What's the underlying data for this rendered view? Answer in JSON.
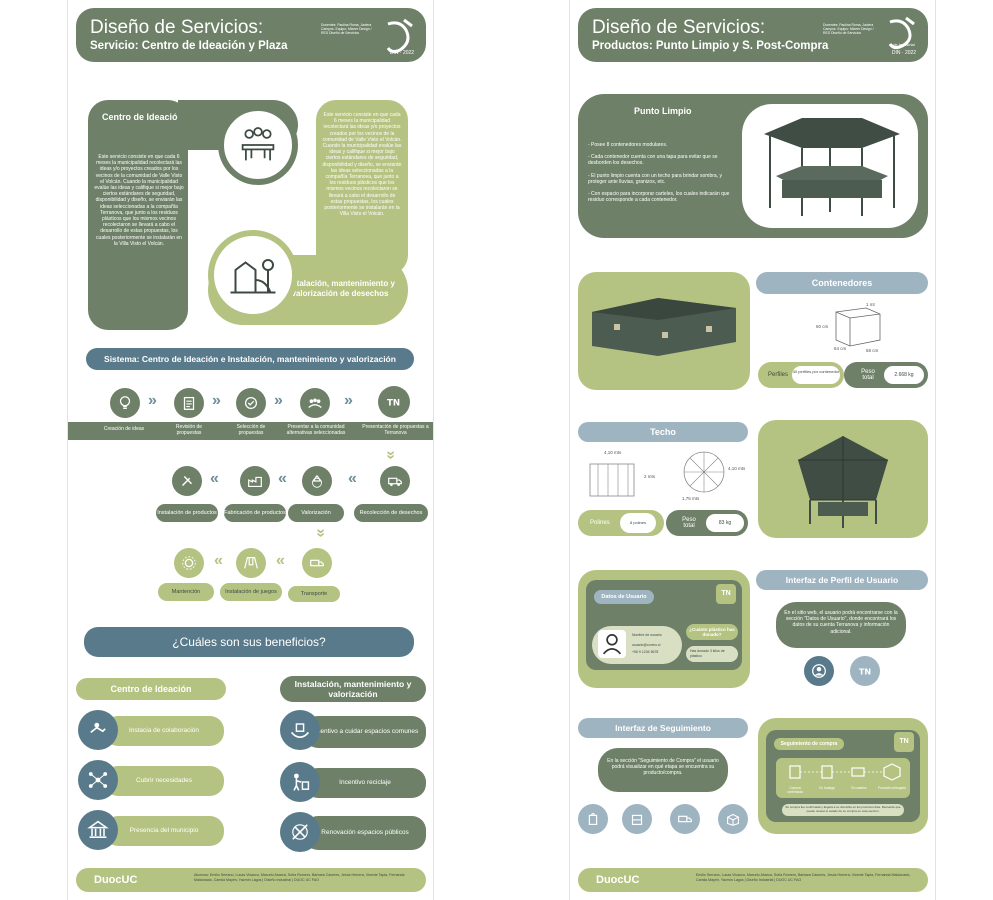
{
  "left": {
    "header": {
      "title": "Diseño de Servicios:",
      "subtitle": "Servicio: Centro de Ideación y Plaza",
      "credits": "Docentes: Paulina Roma, Javiera Campos. Equipo: Mixeer Design / RED Diseño de Servicios",
      "din": "DIN",
      "year": "2022"
    },
    "centro_title": "Centro de Ideación",
    "centro_text": "Este servicio consiste en que cada 6 meses la municipalidad recolectará las ideas y/o proyectos creados por los vecinos de la comunidad de Valle Visto el Volcán. Cuando la municipalidad evalúe las ideas y califique si mejor bajo ciertos estándares de seguridad, disponibilidad y diseño, se enviarán las ideas seleccionadas a la compañía Terranova, que junto a los residuos plásticos que los mismos vecinos recolectaron se llevará a cabo el desarrollo de estas propuestas, los cuales posteriormente se instalarán en la Villa Visto el Volcán.",
    "centro_text_right": "Este servicio consiste en que cada 6 meses la municipalidad recolectará las ideas y/o proyectos creados por los vecinos de la comunidad de Valle Visto el Volcán. Cuando la municipalidad evalúe las ideas y califique si mejor bajo ciertos estándares de seguridad, disponibilidad y diseño, se enviarán las ideas seleccionadas a la compañía Terranova, que junto a los residuos plásticos que los mismos vecinos recolectaron se llevará a cabo el desarrollo de estas propuestas, los cuales posteriormente se instalarán en la Villa Visto el Volcán.",
    "instalacion_title": "Instalación, mantenimiento y valorización de desechos",
    "sistema_title": "Sistema: Centro de Ideación e Instalación, mantenimiento y valorización",
    "flow_row1": [
      "Creación de ideas",
      "Revisión de propuestas",
      "Selección de propuestas",
      "Presentar a la comunidad alternativas seleccionadas",
      "Presentación de propuestas a Terranova"
    ],
    "flow_row2": [
      "Instalación de productos",
      "Fabricación de productos",
      "Valorización",
      "Recolección de desechos"
    ],
    "flow_row3": [
      "Mantención",
      "Instalación de juegos",
      "Transporte"
    ],
    "beneficios_title": "¿Cuáles son sus beneficios?",
    "ben_left_title": "Centro de Ideación",
    "ben_left": [
      "Instacia de colaboración",
      "Cubrir necesidades",
      "Presencia del municipio"
    ],
    "ben_right_title": "Instalación, mantenimiento y valorización",
    "ben_right": [
      "Incentivo a cuidar espacios comunes",
      "Incentivo reciclaje",
      "Renovación espacios públicos"
    ],
    "footer_logo": "DuocUC",
    "footer_credits": "Alumnos: Emilio Serrano, Lucas Vivanco, Marcelo Abarca, Sofía Romero, Bárbara Cáceres, Jesús Herrera, Vicente Tapia, Fernanda Maldonado, Camila Mayén, Yazmín Lagos | Diseño Industrial | DUOC UC FAO"
  },
  "right": {
    "header": {
      "title": "Diseño de Servicios:",
      "subtitle": "Productos: Punto Limpio y S. Post-Compra",
      "credits": "Docentes: Paulina Roma, Javiera Campos. Equipo: Mixeer Design / RED Diseño de Servicios",
      "logo_sub": "de industrial",
      "din": "DIN",
      "year": "2022"
    },
    "punto_title": "Punto Limpio",
    "punto_bullets": [
      "- Posee 8 contenedores modulares.",
      "- Cada contenedor cuenta con una tapa para evitar que se desborden los desechos.",
      "- El punto limpio cuenta con un techo para brindar sombra, y proteger ante lluvias, granizos, etc.",
      "- Con espacio para incorporar carteles, los cuales indicarán que residuo corresponde a cada contenedor."
    ],
    "contenedores_title": "Contenedores",
    "cont_dims": [
      "1 mt",
      "60 cm",
      "64 cm",
      "58 cm"
    ],
    "perfiles_label": "Perfiles",
    "perfiles_value": "40 perfiles por contenedor",
    "peso_label": "Peso total",
    "peso_value_cont": "2.668 kg",
    "techo_title": "Techo",
    "techo_dims": [
      "4,10 mts",
      "2 mts",
      "4,10 mts",
      "1,75 mts"
    ],
    "polines_label": "Polines",
    "polines_value": "8 polines",
    "peso_value_techo": "83 kg",
    "datos_title": "Datos de Usuario",
    "datos_name": "Nombre de usuario",
    "datos_email": "usuario@correo.cl",
    "datos_phone": "+56 9 1234 5678",
    "datos_question": "¿Cuánto plástico has donado?",
    "datos_amount": "Has donado 3 kilos de plástico",
    "perfil_title": "Interfaz de Perfil de Usuario",
    "perfil_text": "En el sitio web, el usuario podrá encontrarse con la sección \"Datos de Usuario\", donde encontrará los datos de su cuenta Terranova y información adicional.",
    "seguimiento_title": "Interfaz de Seguimiento",
    "seguimiento_text": "En la sección \"Seguimiento de Compra\" el usuario podrá visualizar en qué etapa se encuentra su producto/compra.",
    "compra_title": "Seguimiento de compra",
    "compra_steps": [
      "Compra confirmada",
      "En bodega",
      "En camino",
      "Producto entregado"
    ],
    "compra_note": "Su compra fue confirmada y llegará a su domicilio en los próximos días. Recuerde que puede revisar el estado de su compra en esta sección.",
    "tn": "TN",
    "footer_logo": "DuocUC",
    "footer_credits": "Emilio Serrano, Lucas Vivanco, Marcelo Abarca, Sofía Romero, Bárbara Cáceres, Jesús Herrera, Vicente Tapia, Fernanda Maldonado, Camila Mayén, Yazmín Lagos | Diseño Industrial | DUOC UC FAO"
  },
  "colors": {
    "dark_green": "#6e8068",
    "lime": "#b4c381",
    "slate": "#597a8a",
    "light_blue": "#9fb4c1"
  }
}
